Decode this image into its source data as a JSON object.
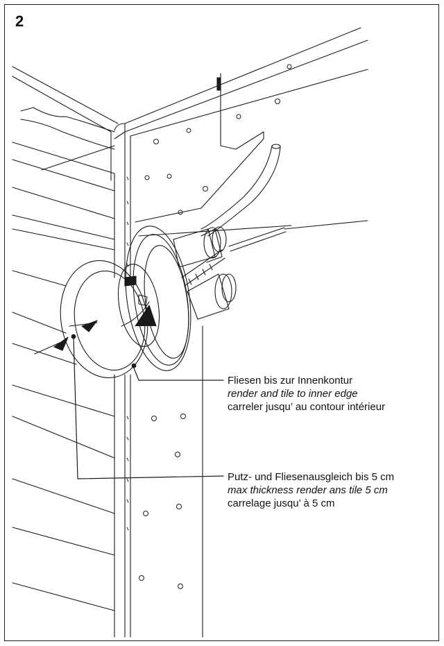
{
  "figure": {
    "step_number": "2"
  },
  "callouts": [
    {
      "de": "Fliesen bis zur Innenkontur",
      "en": "render and tile to inner edge",
      "fr": "carreler jusqu’ au contour intérieur"
    },
    {
      "de": "Putz- und Fliesenausgleich bis 5 cm",
      "en": "max thickness render ans tile 5 cm",
      "fr": "carrelage jusqu’ à 5 cm"
    }
  ],
  "colors": {
    "line": "#1a1a1a",
    "background": "#ffffff"
  }
}
